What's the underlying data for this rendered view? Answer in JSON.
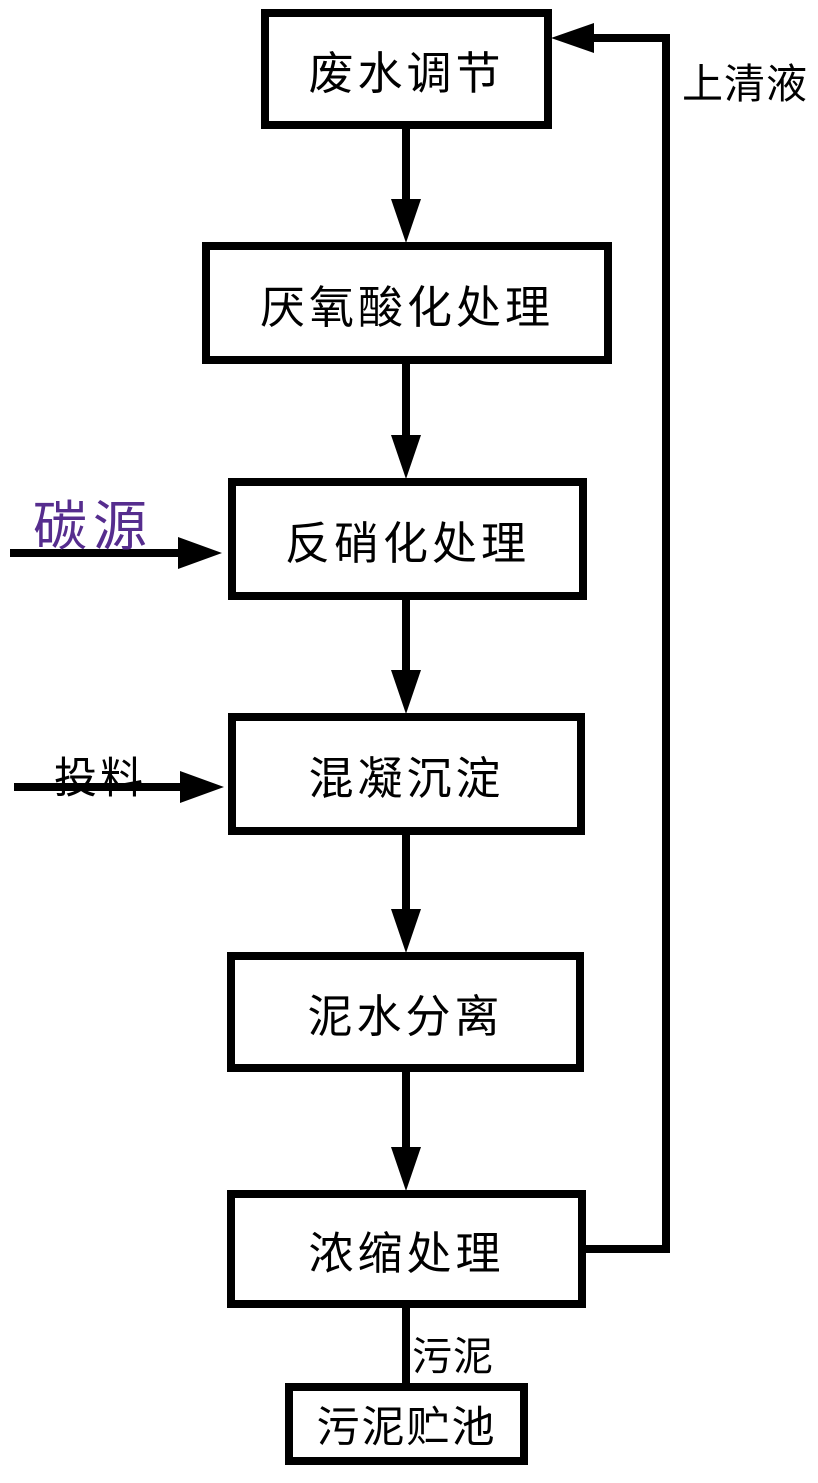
{
  "diagram": {
    "description": "Wastewater treatment process flowchart",
    "colors": {
      "line": "#000000",
      "background": "#ffffff",
      "carbon_source_text": "#562d8e"
    },
    "nodes": [
      {
        "id": "wastewater-regulation",
        "label": "废水调节"
      },
      {
        "id": "anaerobic-acidification",
        "label": "厌氧酸化处理"
      },
      {
        "id": "denitrification",
        "label": "反硝化处理"
      },
      {
        "id": "coagulation-sedimentation",
        "label": "混凝沉淀"
      },
      {
        "id": "mud-water-separation",
        "label": "泥水分离"
      },
      {
        "id": "thickening-treatment",
        "label": "浓缩处理"
      },
      {
        "id": "sludge-storage-pool",
        "label": "污泥贮池"
      }
    ],
    "edge_labels": {
      "carbon_source": "碳源",
      "feed_dosing": "投料",
      "supernatant": "上清液",
      "sludge": "污泥"
    }
  }
}
